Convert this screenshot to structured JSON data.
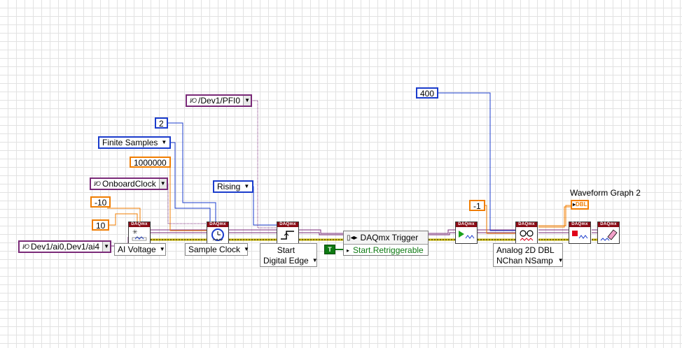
{
  "constants": {
    "n400": "400",
    "n2": "2",
    "n1000000": "1000000",
    "nm10": "-10",
    "n10": "10",
    "nm1": "-1",
    "pfi0": "/Dev1/PFI0",
    "onboard_clock": "OnboardClock",
    "channels": "Dev1/ai0,Dev1/ai4",
    "finite_samples": "Finite Samples",
    "rising": "Rising",
    "io_symbol": "I/O"
  },
  "vis": {
    "header": "DAQmx",
    "ai_voltage": "AI Voltage",
    "sample_clock": "Sample Clock",
    "start_line1": "Start",
    "start_line2": "Digital Edge",
    "read_line1": "Analog 2D DBL",
    "read_line2": "NChan NSamp"
  },
  "trigger_node": {
    "title": "DAQmx Trigger",
    "property": "Start.Retriggerable",
    "bool_value": "T"
  },
  "graph": {
    "label": "Waveform Graph 2",
    "terminal": "DBL"
  },
  "colors": {
    "numeric_int": "#1b3ccc",
    "numeric_dbl": "#f07d00",
    "io_purple": "#7a2a78",
    "daqmx_header": "#8a0c16",
    "error_wire": "#c8b400",
    "bool_green": "#0e7a12"
  }
}
